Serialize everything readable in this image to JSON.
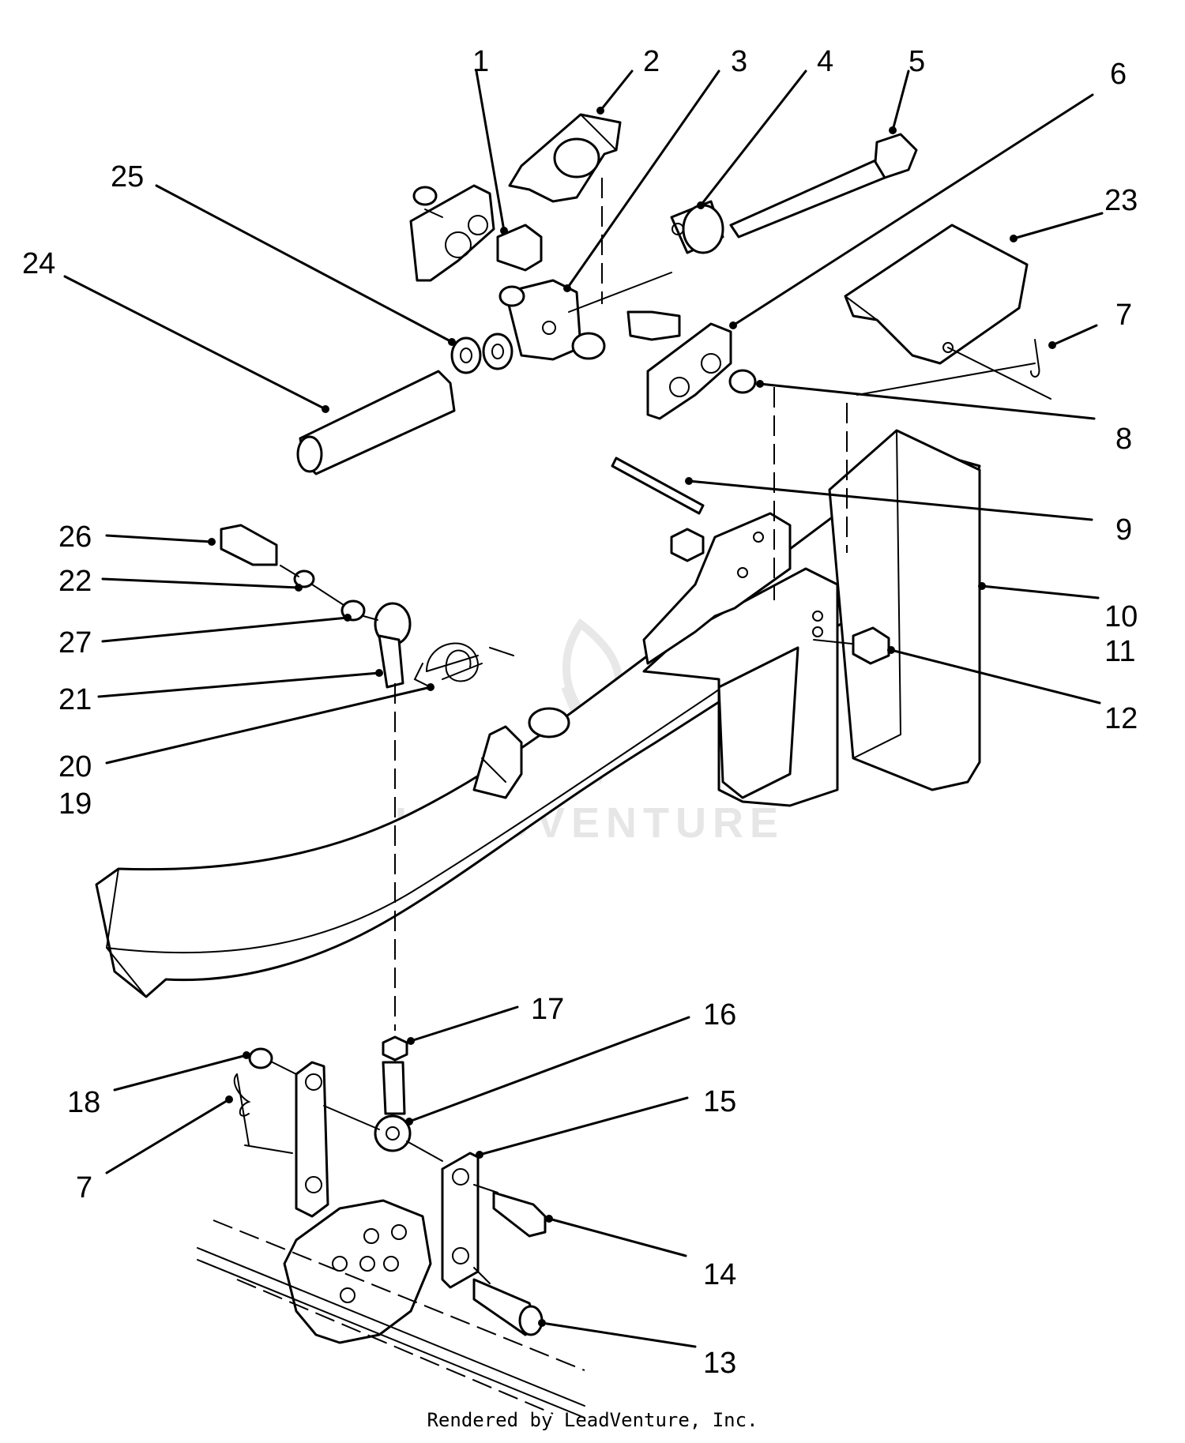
{
  "callouts": [
    {
      "id": "1",
      "label": "1"
    },
    {
      "id": "2",
      "label": "2"
    },
    {
      "id": "3",
      "label": "3"
    },
    {
      "id": "4",
      "label": "4"
    },
    {
      "id": "5",
      "label": "5"
    },
    {
      "id": "6",
      "label": "6"
    },
    {
      "id": "23",
      "label": "23"
    },
    {
      "id": "25",
      "label": "25"
    },
    {
      "id": "24",
      "label": "24"
    },
    {
      "id": "7a",
      "label": "7"
    },
    {
      "id": "8",
      "label": "8"
    },
    {
      "id": "9",
      "label": "9"
    },
    {
      "id": "26",
      "label": "26"
    },
    {
      "id": "22",
      "label": "22"
    },
    {
      "id": "27",
      "label": "27"
    },
    {
      "id": "21",
      "label": "21"
    },
    {
      "id": "20",
      "label": "20"
    },
    {
      "id": "19",
      "label": "19"
    },
    {
      "id": "10",
      "label": "10"
    },
    {
      "id": "11",
      "label": "11"
    },
    {
      "id": "12",
      "label": "12"
    },
    {
      "id": "17",
      "label": "17"
    },
    {
      "id": "16",
      "label": "16"
    },
    {
      "id": "15",
      "label": "15"
    },
    {
      "id": "18",
      "label": "18"
    },
    {
      "id": "7b",
      "label": "7"
    },
    {
      "id": "14",
      "label": "14"
    },
    {
      "id": "13",
      "label": "13"
    }
  ],
  "watermark": "LEADVENTURE",
  "credit": "Rendered by LeadVenture, Inc."
}
